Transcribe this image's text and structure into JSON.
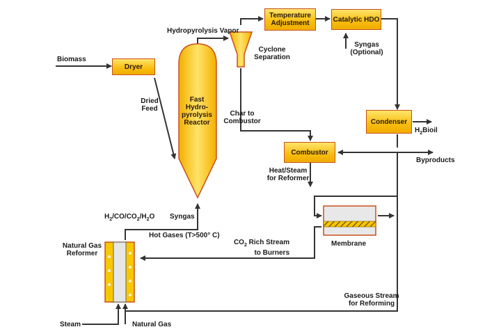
{
  "nodes": {
    "dryer": "Dryer",
    "reactor": [
      "Fast",
      "Hydro-",
      "pyrolysis",
      "Reactor"
    ],
    "temperature_adjustment": [
      "Temperature",
      "Adjustment"
    ],
    "catalytic_hdo": "Catalytic HDO",
    "condenser": "Condenser",
    "combustor": "Combustor",
    "membrane": "Membrane",
    "cyclone_separation": [
      "Cyclone",
      "Separation"
    ],
    "natural_gas_reformer": [
      "Natural Gas",
      "Reformer"
    ]
  },
  "labels": {
    "biomass": "Biomass",
    "dried_feed": [
      "Dried",
      "Feed"
    ],
    "hydropyrolysis_vapor": "Hydropyrolysis Vapor",
    "syngas_optional": [
      "Syngas",
      "(Optional)"
    ],
    "char_to_combustor": [
      "Char to",
      "Combustor"
    ],
    "h2bioil_sub": "2",
    "h2bioil_pre": "H",
    "h2bioil_post": "Bioil",
    "byproducts": "Byproducts",
    "heat_steam": [
      "Heat/Steam",
      "for Reformer"
    ],
    "syngas": "Syngas",
    "reformer_output": [
      "H",
      "2",
      "/CO/CO",
      "2",
      "/H",
      "2",
      "O"
    ],
    "hot_gases": "Hot Gases  (T>500° C)",
    "co2_stream_pre": "CO",
    "co2_stream_sub": "2",
    "co2_stream_post": " Rich Stream",
    "co2_stream_line2": "to Burners",
    "gaseous_stream": [
      "Gaseous Stream",
      "for Reforming"
    ],
    "steam": "Steam",
    "natural_gas": "Natural Gas"
  },
  "colors": {
    "box_fill": "#f7bd10",
    "box_border": "#c8501c",
    "line": "#333333",
    "flame": "#f5c400",
    "membrane_hatch": "#c9a000"
  }
}
